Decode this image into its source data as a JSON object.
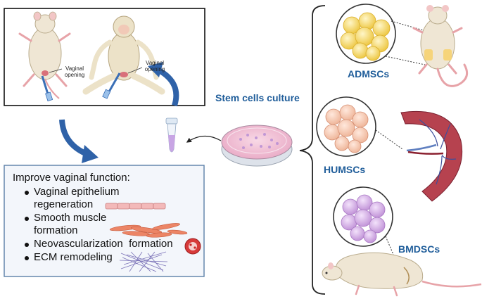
{
  "animals_panel": {
    "rat_opening_label": "Vaginal opening",
    "monkey_opening_label": "Vaginal opening"
  },
  "culture_label": "Stem cells culture",
  "cell_types": [
    {
      "label": "ADMSCs",
      "color": "#f2cf55"
    },
    {
      "label": "HUMSCs",
      "color": "#f4c3aa"
    },
    {
      "label": "BMDSCs",
      "color": "#c9a3dc"
    }
  ],
  "function_box": {
    "title": "Improve vaginal function:",
    "items": [
      {
        "line1": "Vaginal epithelium",
        "line2": "regeneration"
      },
      {
        "line1": "Smooth muscle",
        "line2": "formation"
      },
      {
        "line1": "Neovascularization  formation",
        "line2": ""
      },
      {
        "line1": "ECM remodeling",
        "line2": ""
      }
    ]
  },
  "colors": {
    "arrow_blue": "#2f62a8",
    "label_blue": "#1f5d9a",
    "box_border": "#5b7fa8",
    "box_fill": "#f3f6fb",
    "tissue_red": "#b6424f"
  }
}
